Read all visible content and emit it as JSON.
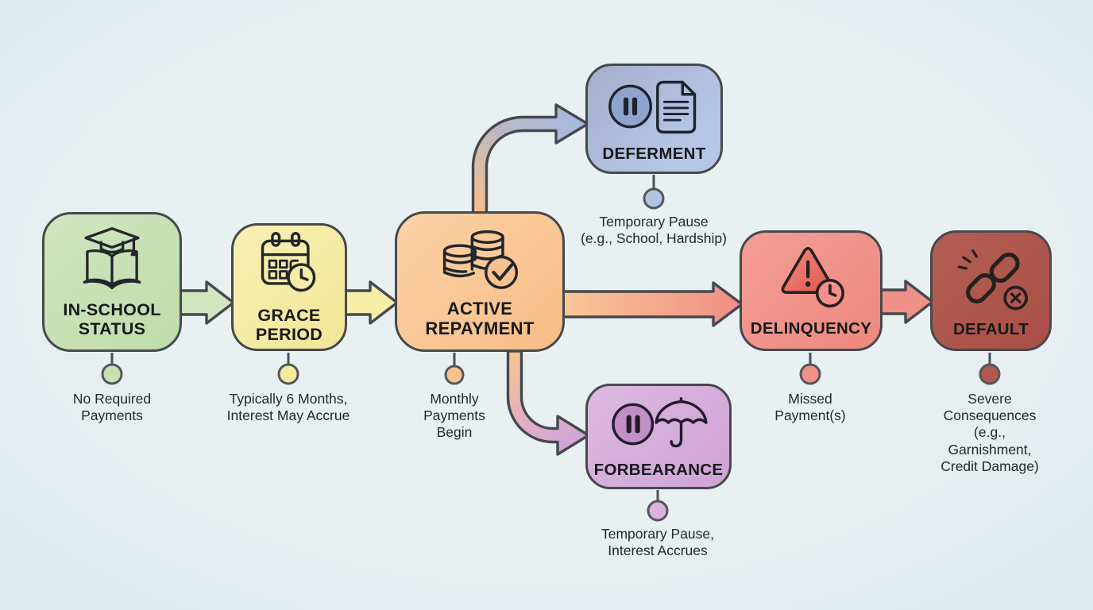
{
  "diagram": {
    "type": "flowchart",
    "topic": "Student loan repayment stages",
    "background_color": "#e8eff1",
    "node_border_color": "#45494e"
  },
  "nodes": [
    {
      "id": "in-school",
      "title": "IN-SCHOOL\nSTATUS",
      "caption": "No Required\nPayments",
      "color": "#c6e1b4",
      "icon": "graduation-cap-book-icon"
    },
    {
      "id": "grace",
      "title": "GRACE\nPERIOD",
      "caption": "Typically 6 Months,\nInterest May Accrue",
      "color": "#f4eca4",
      "icon": "calendar-clock-icon"
    },
    {
      "id": "active",
      "title": "ACTIVE\nREPAYMENT",
      "caption": "Monthly\nPayments\nBegin",
      "color": "#f8c796",
      "icon": "coins-check-icon"
    },
    {
      "id": "deferment",
      "title": "DEFERMENT",
      "caption": "Temporary Pause\n(e.g., School, Hardship)",
      "color": "#afc0e0",
      "icon": "pause-document-icon"
    },
    {
      "id": "forbearance",
      "title": "FORBEARANCE",
      "caption": "Temporary Pause,\nInterest Accrues",
      "color": "#d6aeda",
      "icon": "pause-umbrella-icon"
    },
    {
      "id": "delinquency",
      "title": "DELINQUENCY",
      "caption": "Missed\nPayment(s)",
      "color": "#f29189",
      "icon": "warning-clock-icon"
    },
    {
      "id": "default",
      "title": "DEFAULT",
      "caption": "Severe\nConsequences\n(e.g., Garnishment,\nCredit Damage)",
      "color": "#b2584e",
      "icon": "broken-chain-icon"
    }
  ],
  "edges": [
    {
      "from": "in-school",
      "to": "grace",
      "style": "block-arrow",
      "color": "#cfe6bf"
    },
    {
      "from": "grace",
      "to": "active",
      "style": "block-arrow",
      "color": "#f6eda6"
    },
    {
      "from": "active",
      "to": "deferment",
      "style": "curved-arrow",
      "gradient": [
        "#f4bd90",
        "#a7bbdf"
      ]
    },
    {
      "from": "active",
      "to": "forbearance",
      "style": "curved-arrow",
      "gradient": [
        "#f6c394",
        "#d2a5d6"
      ]
    },
    {
      "from": "active",
      "to": "delinquency",
      "style": "block-arrow",
      "gradient": [
        "#f9c795",
        "#ef8e85"
      ]
    },
    {
      "from": "delinquency",
      "to": "default",
      "style": "block-arrow",
      "color": "#ef9187"
    }
  ]
}
